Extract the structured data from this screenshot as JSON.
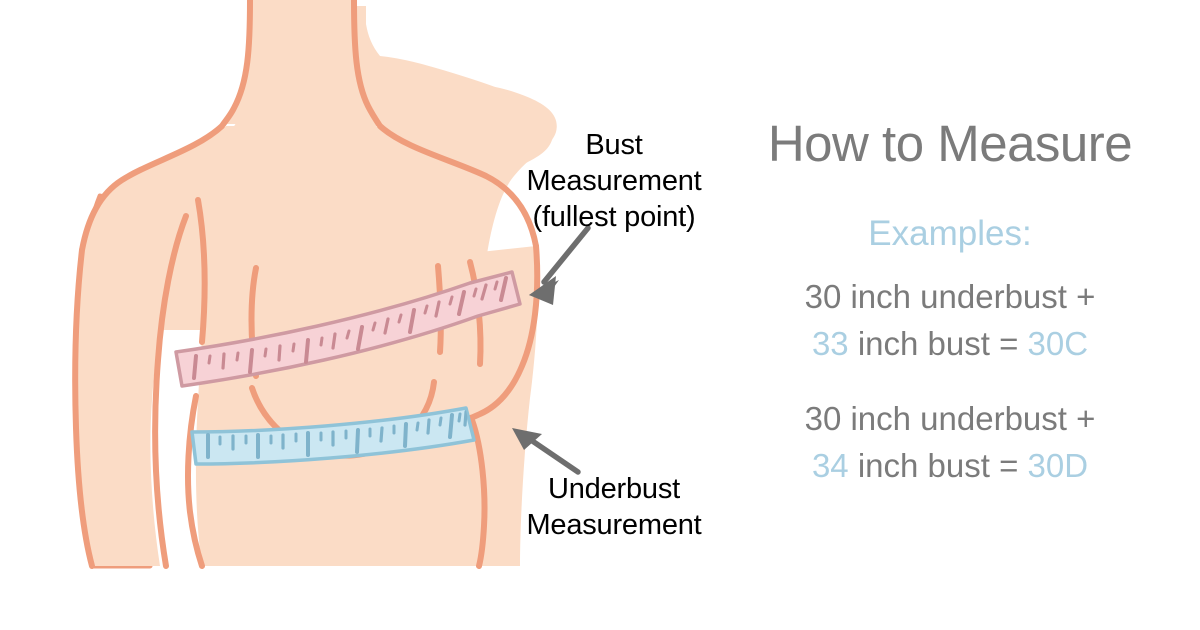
{
  "page": {
    "title": "How to Measure",
    "background_color": "#ffffff"
  },
  "colors": {
    "skin_fill": "#fbdcc6",
    "skin_outline": "#ef9d7c",
    "bust_tape_fill": "#f7d2d6",
    "bust_tape_border": "#d99ca4",
    "bust_tape_tick": "#c98a93",
    "underbust_tape_fill": "#cbe7f2",
    "underbust_tape_border": "#8fc3d8",
    "underbust_tape_tick": "#7fb3cb",
    "arrow": "#6e6e6e",
    "title_text": "#7b7b7b",
    "accent_text": "#aacfe2",
    "callout_text": "#000000"
  },
  "illustration": {
    "subject": "female-torso-front-view",
    "bust_tape": {
      "name": "bust-measuring-tape",
      "color": "#f7d2d6"
    },
    "underbust_tape": {
      "name": "underbust-measuring-tape",
      "color": "#cbe7f2"
    },
    "arrows": [
      {
        "name": "bust-arrow",
        "direction": "down-left",
        "color": "#6e6e6e"
      },
      {
        "name": "underbust-arrow",
        "direction": "up-left",
        "color": "#6e6e6e"
      }
    ]
  },
  "callouts": {
    "bust": "Bust\nMeasurement\n(fullest point)",
    "underbust": "Underbust\nMeasurement"
  },
  "examples": {
    "heading": "Examples:",
    "items": [
      {
        "line1": "30 inch underbust +",
        "bust_value": "33",
        "line2_mid": " inch bust = ",
        "result": "30C"
      },
      {
        "line1": "30 inch underbust +",
        "bust_value": "34",
        "line2_mid": " inch bust = ",
        "result": "30D"
      }
    ]
  }
}
